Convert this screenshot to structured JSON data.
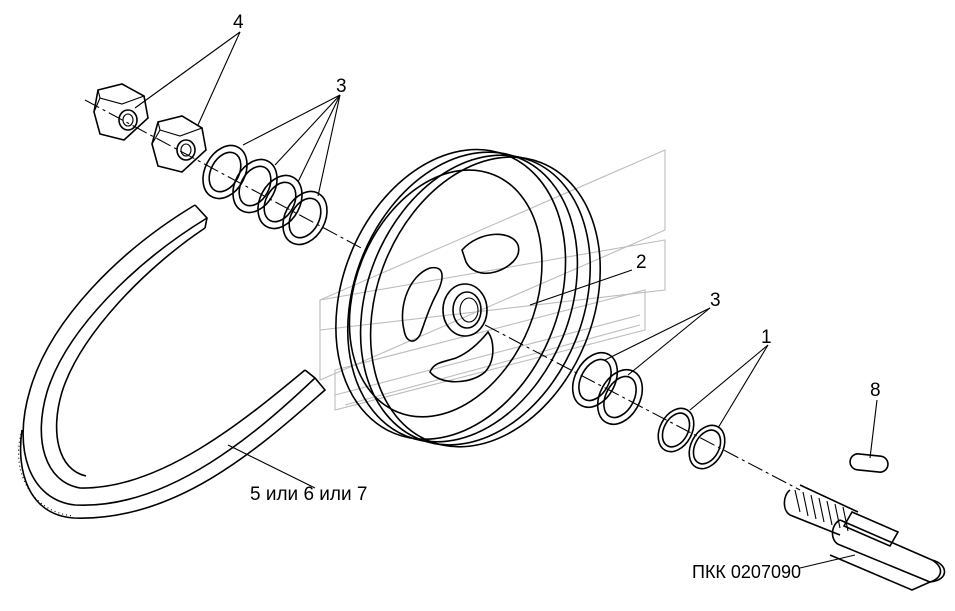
{
  "callouts": {
    "c1": "1",
    "c2": "2",
    "c3_top": "3",
    "c3_mid": "3",
    "c4": "4",
    "c8": "8",
    "belt": "5 или 6 или 7"
  },
  "drawing_code": "ПКК 0207090"
}
